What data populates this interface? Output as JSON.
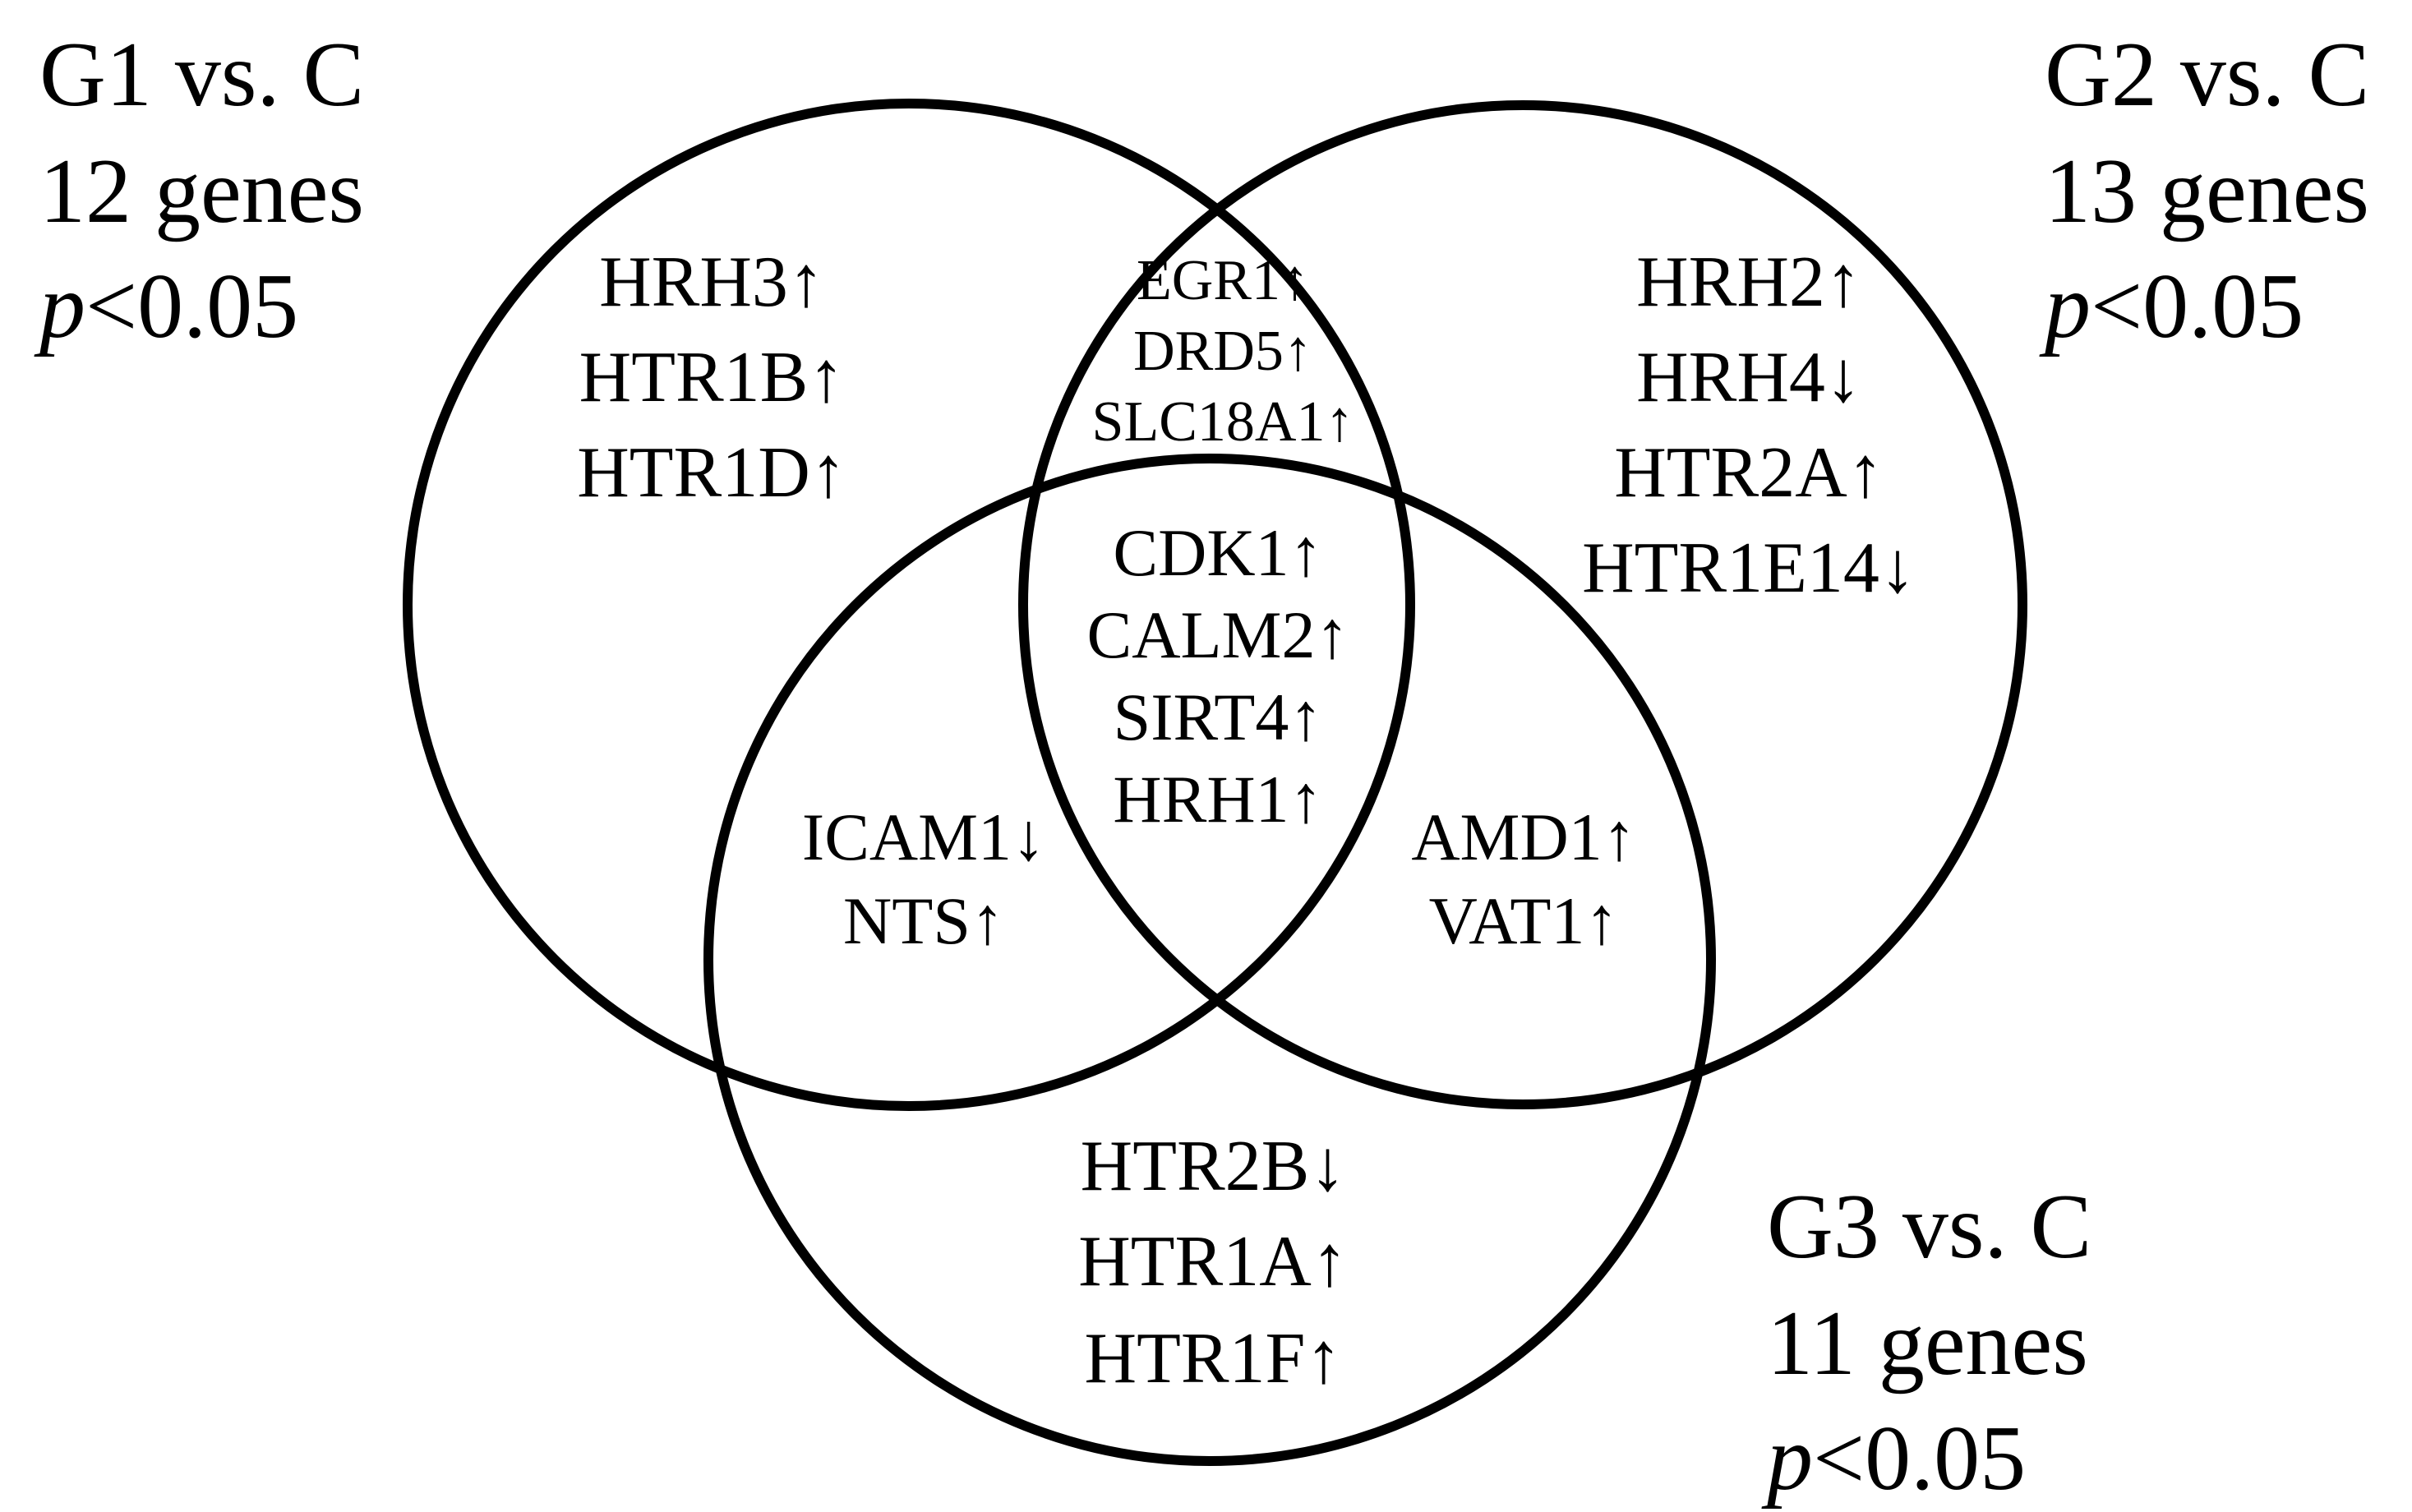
{
  "sets": [
    {
      "id": "g1",
      "name": "G1 vs. C",
      "count_text": "12 genes",
      "p_symbol": "p",
      "p_value": "<0.05"
    },
    {
      "id": "g2",
      "name": "G2 vs. C",
      "count_text": "13 genes",
      "p_symbol": "p",
      "p_value": "<0.05"
    },
    {
      "id": "g3",
      "name": "G3 vs. C",
      "count_text": "11 genes",
      "p_symbol": "p",
      "p_value": "<0.05"
    }
  ],
  "regions": {
    "g1_only": [
      "HRH3↑",
      "HTR1B↑",
      "HTR1D↑"
    ],
    "g2_only": [
      "HRH2↑",
      "HRH4↓",
      "HTR2A↑",
      "HTR1E14↓"
    ],
    "g3_only": [
      "HTR2B↓",
      "HTR1A↑",
      "HTR1F↑"
    ],
    "g1_g2": [
      "EGR1↑",
      "DRD5↑",
      "SLC18A1↑"
    ],
    "g1_g3": [
      "ICAM1↓",
      "NTS↑"
    ],
    "g2_g3": [
      "AMD1↑",
      "VAT1↑"
    ],
    "g1_g2_g3": [
      "CDK1↑",
      "CALM2↑",
      "SIRT4↑",
      "HRH1↑"
    ]
  },
  "colors": {
    "stroke": "#000000",
    "background": "#ffffff"
  }
}
